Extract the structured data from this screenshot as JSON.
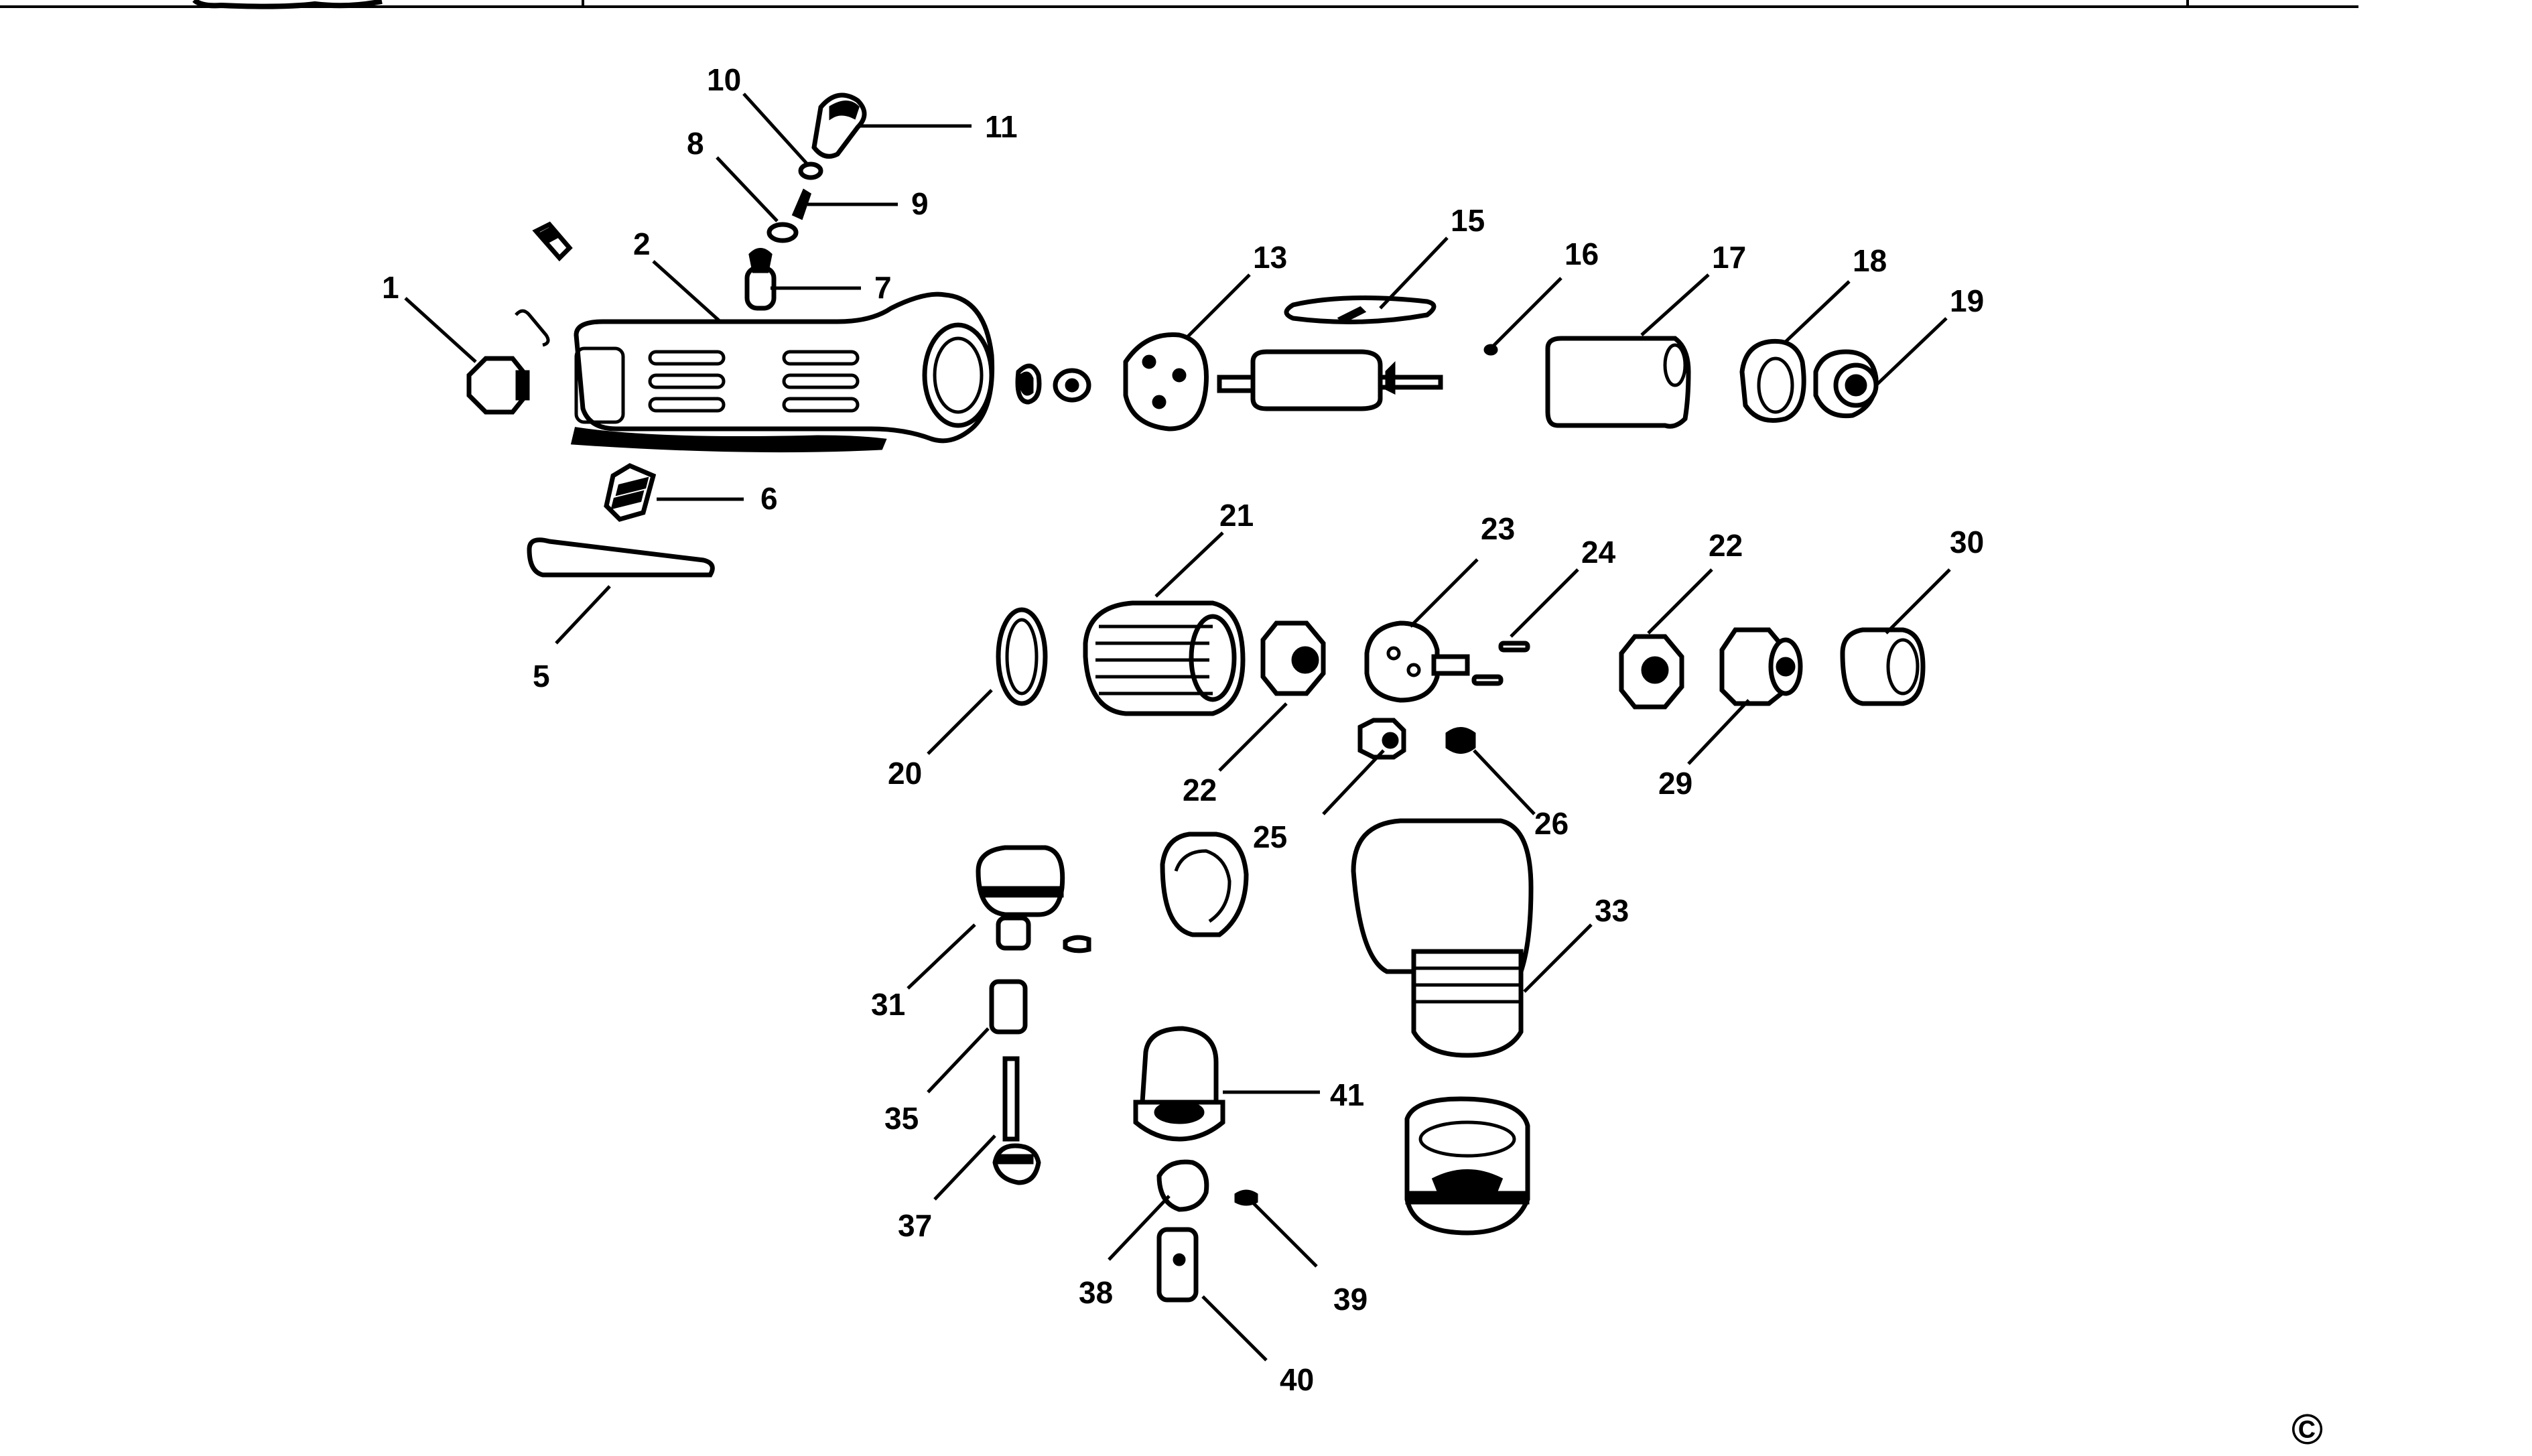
{
  "copyright_symbol": "©",
  "callouts": [
    {
      "id": "c1",
      "label": "1"
    },
    {
      "id": "c2",
      "label": "2"
    },
    {
      "id": "c5",
      "label": "5"
    },
    {
      "id": "c6",
      "label": "6"
    },
    {
      "id": "c7",
      "label": "7"
    },
    {
      "id": "c8",
      "label": "8"
    },
    {
      "id": "c9",
      "label": "9"
    },
    {
      "id": "c10",
      "label": "10"
    },
    {
      "id": "c11",
      "label": "11"
    },
    {
      "id": "c13",
      "label": "13"
    },
    {
      "id": "c15",
      "label": "15"
    },
    {
      "id": "c16",
      "label": "16"
    },
    {
      "id": "c17",
      "label": "17"
    },
    {
      "id": "c18",
      "label": "18"
    },
    {
      "id": "c19",
      "label": "19"
    },
    {
      "id": "c20",
      "label": "20"
    },
    {
      "id": "c21",
      "label": "21"
    },
    {
      "id": "c22a",
      "label": "22"
    },
    {
      "id": "c22b",
      "label": "22"
    },
    {
      "id": "c23",
      "label": "23"
    },
    {
      "id": "c24",
      "label": "24"
    },
    {
      "id": "c25",
      "label": "25"
    },
    {
      "id": "c26",
      "label": "26"
    },
    {
      "id": "c29",
      "label": "29"
    },
    {
      "id": "c30",
      "label": "30"
    },
    {
      "id": "c31",
      "label": "31"
    },
    {
      "id": "c33",
      "label": "33"
    },
    {
      "id": "c35",
      "label": "35"
    },
    {
      "id": "c37",
      "label": "37"
    },
    {
      "id": "c38",
      "label": "38"
    },
    {
      "id": "c39",
      "label": "39"
    },
    {
      "id": "c40",
      "label": "40"
    },
    {
      "id": "c41",
      "label": "41"
    }
  ]
}
